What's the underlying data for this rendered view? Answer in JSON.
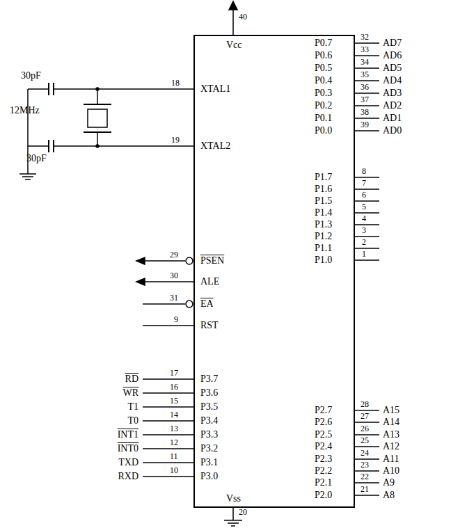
{
  "diagram": {
    "nodes": [
      {
        "text": [
          "Vcc",
          "XTAL1",
          "XTAL2",
          "PSEN",
          "ALE",
          "EA",
          "RST",
          "P3.7",
          "P3.6",
          "P3.5",
          "P3.4",
          "P3.3",
          "P3.2",
          "P3.1",
          "P3.0",
          "P0.7",
          "P0.6",
          "P0.5",
          "P0.4",
          "P0.3",
          "P0.2",
          "P0.1",
          "P0.0",
          "P1.7",
          "P1.6",
          "P1.5",
          "P1.4",
          "P1.3",
          "P1.2",
          "P1.1",
          "P1.0",
          "P2.7",
          "P2.6",
          "P2.5",
          "P2.4",
          "P2.3",
          "P2.2",
          "P2.1",
          "P2.0",
          "Vss"
        ]
      }
    ],
    "labels": [
      "30pF",
      "12MHz",
      "30pF",
      "40",
      "18",
      "19",
      "29",
      "30",
      "31",
      "9",
      "RD",
      "WR",
      "T1",
      "T0",
      "INT1",
      "INT0",
      "TXD",
      "RXD",
      "17",
      "16",
      "15",
      "14",
      "13",
      "12",
      "11",
      "10",
      "32",
      "33",
      "34",
      "35",
      "36",
      "37",
      "38",
      "39",
      "AD7",
      "AD6",
      "AD5",
      "AD4",
      "AD3",
      "AD2",
      "AD1",
      "AD0",
      "8",
      "7",
      "6",
      "5",
      "4",
      "3",
      "2",
      "1",
      "28",
      "27",
      "26",
      "25",
      "24",
      "23",
      "22",
      "21",
      "A15",
      "A14",
      "A13",
      "A12",
      "A11",
      "A10",
      "A9",
      "A8",
      "20"
    ]
  }
}
